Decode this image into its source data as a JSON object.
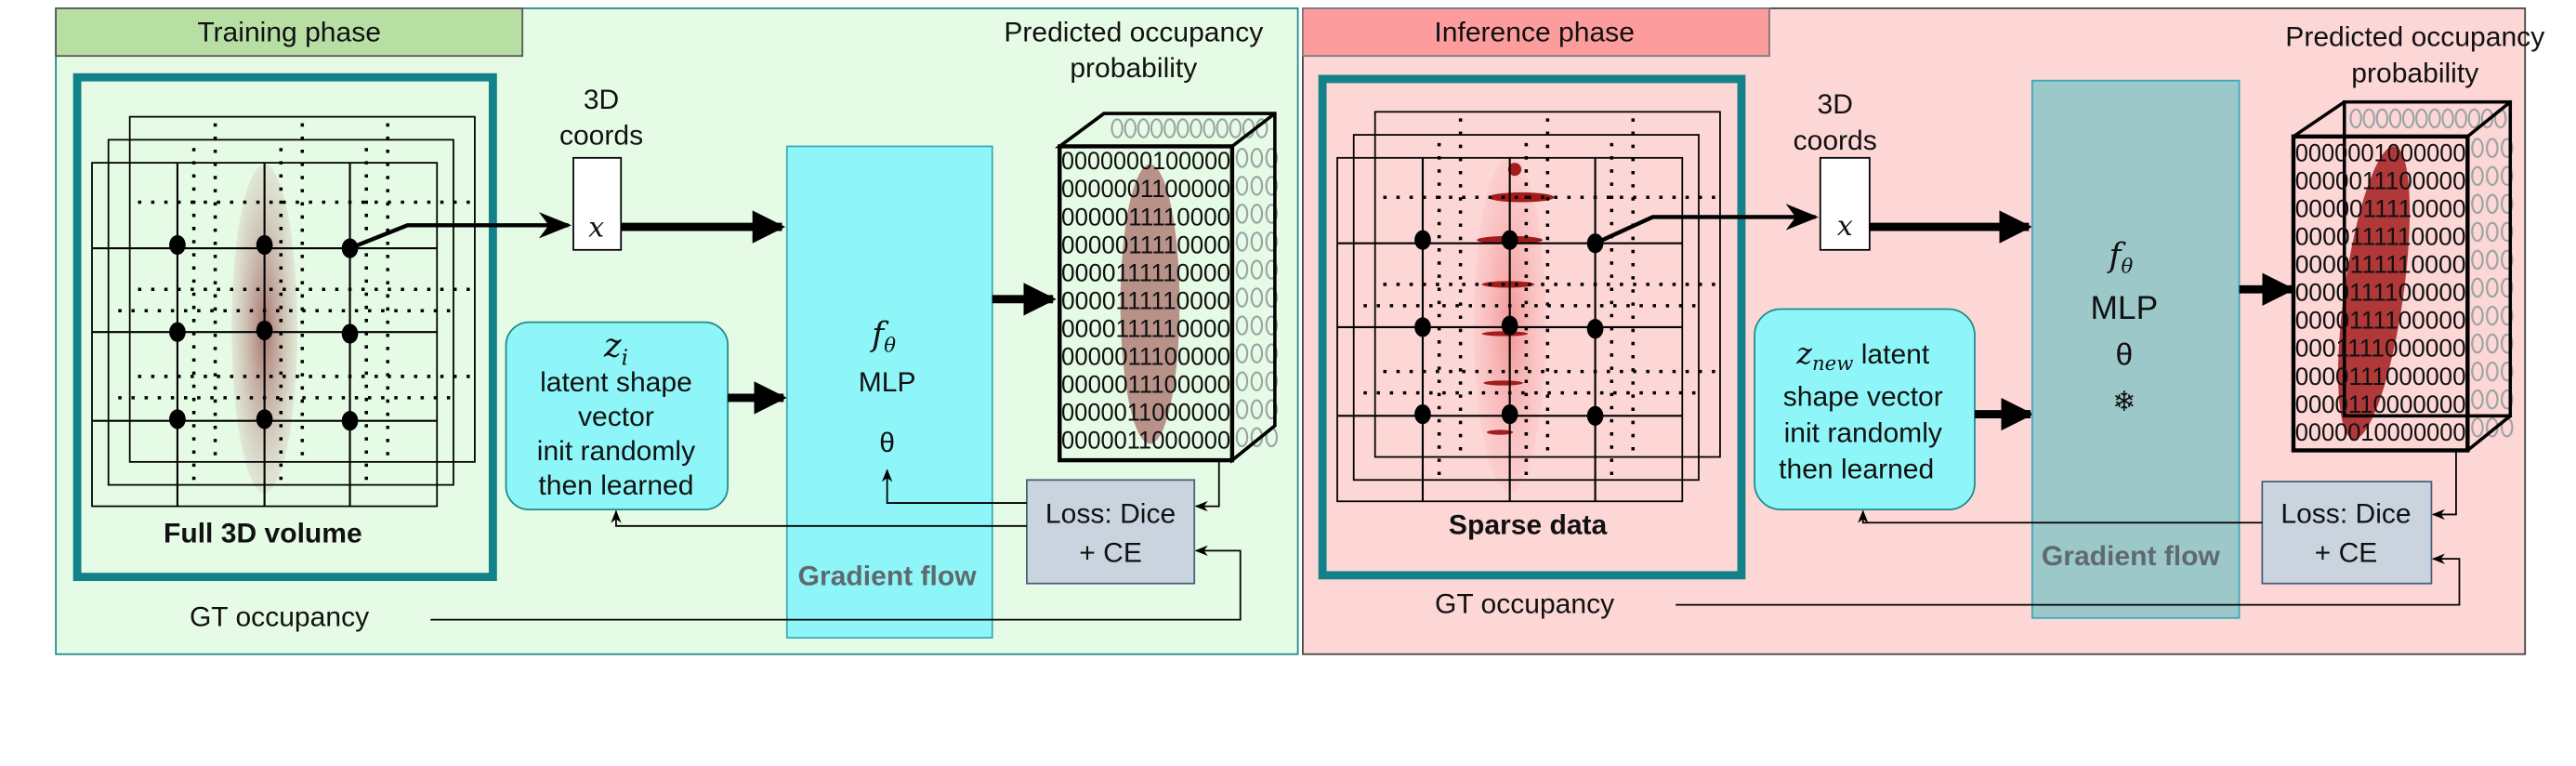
{
  "colors": {
    "training_bg": "#e6fbe6",
    "training_label_bg": "#b7dfa3",
    "inference_bg": "#fdd6d6",
    "inference_label_bg": "#fc9c9c",
    "teal_frame": "#13818a",
    "latent_box": "#8ef6f8",
    "mlp_training": "#8ef6f8",
    "mlp_inference": "#9cc8ca",
    "loss_box": "#c9d4df",
    "training_shape": "#a86f6a",
    "inference_shape": "#a31c1c"
  },
  "training": {
    "label": "Training phase",
    "volume_label": "Full 3D volume",
    "coords_label": [
      "3D",
      "coords"
    ],
    "x_label": "x",
    "latent": {
      "symbol": "z",
      "subscript": "i",
      "lines": [
        "latent shape",
        "vector",
        "init randomly",
        "then learned"
      ]
    },
    "model": {
      "f": "f",
      "f_sub": "θ",
      "name": "MLP",
      "params": "θ"
    },
    "gradient_label": "Gradient flow",
    "output_label": [
      "Predicted occupancy",
      "probability"
    ],
    "cube_rows": [
      "0000000100000",
      "0000001100000",
      "0000011110000",
      "0000011110000",
      "0000111110000",
      "0000111110000",
      "0000111110000",
      "0000011100000",
      "0000011100000",
      "0000011000000",
      "0000011000000"
    ],
    "loss": [
      "Loss: Dice",
      "+ CE"
    ],
    "gt_label": "GT occupancy"
  },
  "inference": {
    "label": "Inference phase",
    "volume_label": "Sparse data",
    "coords_label": [
      "3D",
      "coords"
    ],
    "x_label": "x",
    "latent": {
      "symbol": "z",
      "subscript": "new",
      "first_line_rest": " latent",
      "lines": [
        "shape vector",
        "init randomly",
        "then learned"
      ]
    },
    "model": {
      "f": "f",
      "f_sub": "θ",
      "name": "MLP",
      "params": "θ",
      "frozen_icon": "snowflake-icon",
      "frozen_glyph": "❄"
    },
    "gradient_label": "Gradient flow",
    "output_label": [
      "Predicted occupancy",
      "probability"
    ],
    "cube_rows": [
      "0000001000000",
      "0000011100000",
      "0000011110000",
      "0000111110000",
      "0000111110000",
      "0000111100000",
      "0000111100000",
      "0001111000000",
      "0000111000000",
      "0000110000000",
      "0000010000000"
    ],
    "loss": [
      "Loss: Dice",
      "+ CE"
    ],
    "gt_label": "GT occupancy"
  }
}
